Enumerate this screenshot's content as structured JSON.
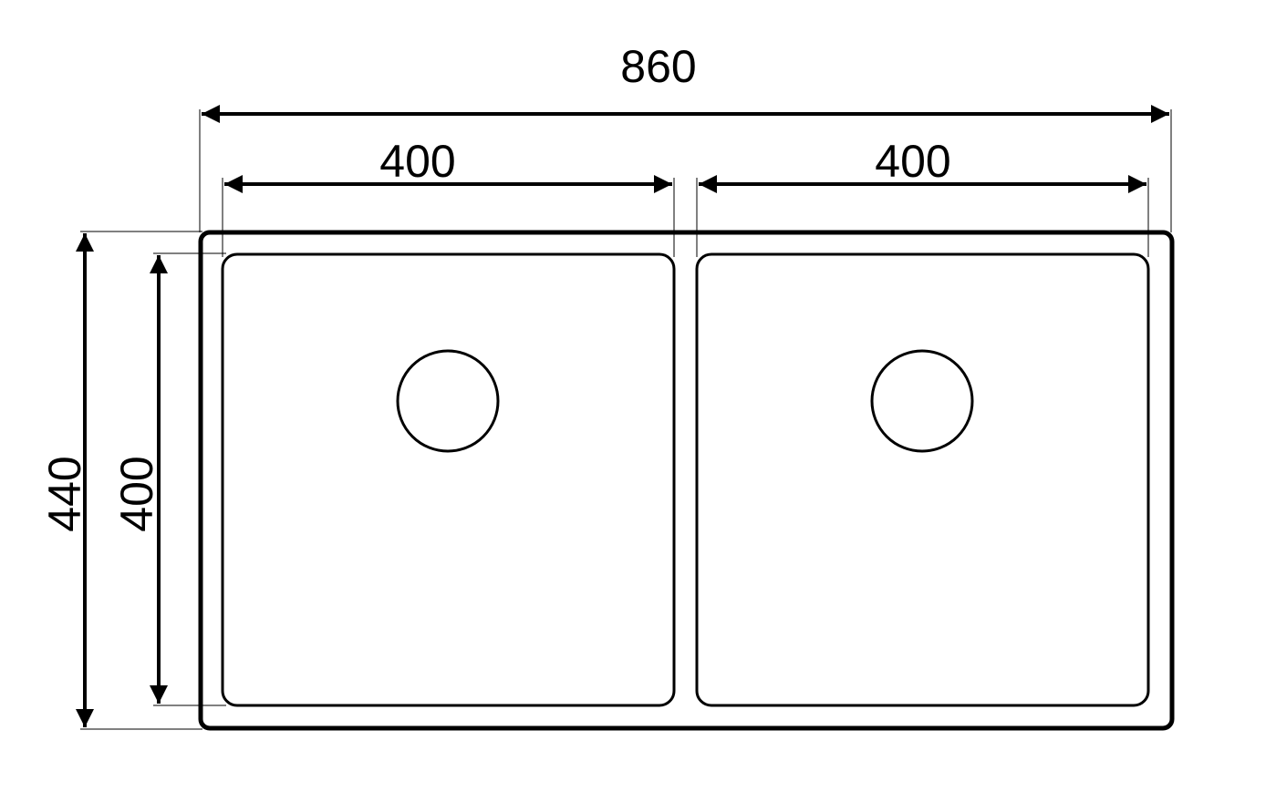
{
  "drawing": {
    "line_color": "#000000",
    "background_color": "#ffffff",
    "dimensions": {
      "overall_width": "860",
      "left_bowl_width": "400",
      "right_bowl_width": "400",
      "overall_depth": "440",
      "bowl_depth": "400"
    },
    "bowls": [
      {
        "name": "left-bowl",
        "has_drain": true
      },
      {
        "name": "right-bowl",
        "has_drain": true
      }
    ]
  }
}
